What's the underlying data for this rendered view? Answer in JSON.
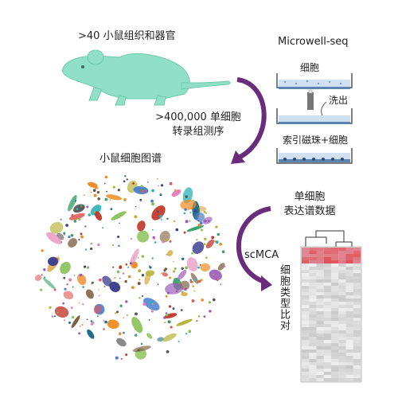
{
  "figure": {
    "organ_caption": ">40 小鼠组织和器官",
    "method_title": "Microwell-seq",
    "well_label_cells": "细胞",
    "wash_label": "洗出",
    "well_label_beads": "索引磁珠+细胞",
    "sequencing_caption_line1": ">400,000 单细胞",
    "sequencing_caption_line2": "转录组测序",
    "atlas_title": "小鼠细胞图谱",
    "expression_caption_line1": "单细胞",
    "expression_caption_line2": "表达谱数据",
    "tool_label": "scMCA",
    "comparison_label": "细胞类型比对"
  },
  "colors": {
    "mouse": "#8fe0c6",
    "arrow": "#6a2d7c",
    "well_blue": "#5b84b0",
    "heatmap_red": "#e0525c"
  }
}
